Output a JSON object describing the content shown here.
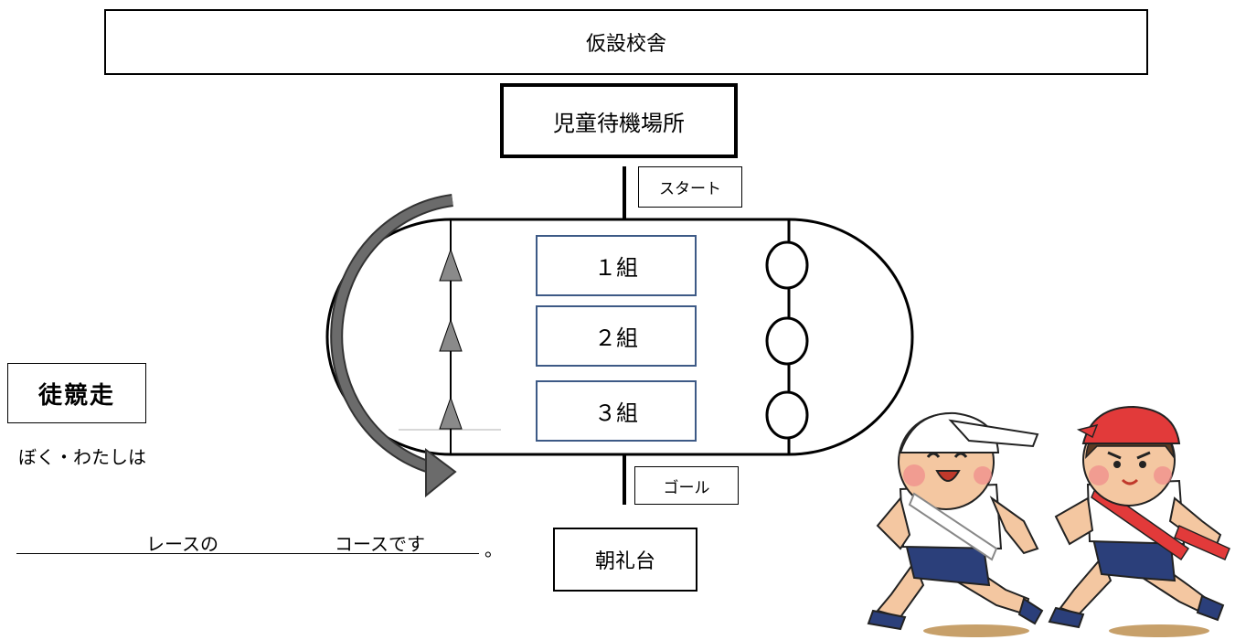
{
  "building": {
    "label": "仮設校舎"
  },
  "waiting_area": {
    "label": "児童待機場所"
  },
  "start_label": "スタート",
  "goal_label": "ゴール",
  "platform": {
    "label": "朝礼台"
  },
  "groups": [
    {
      "label": "１組"
    },
    {
      "label": "２組"
    },
    {
      "label": "３組"
    }
  ],
  "event_title": "徒競走",
  "intro_text": "ぼく・わたしは",
  "sentence": {
    "race": "レースの",
    "course": "コースです",
    "period": "。"
  },
  "colors": {
    "group_border": "#3d5a86",
    "arrow_gray": "#6b6b6b",
    "triangle_gray": "#8a8a8a"
  },
  "icons": {
    "illustration": "running-children-illustration"
  }
}
